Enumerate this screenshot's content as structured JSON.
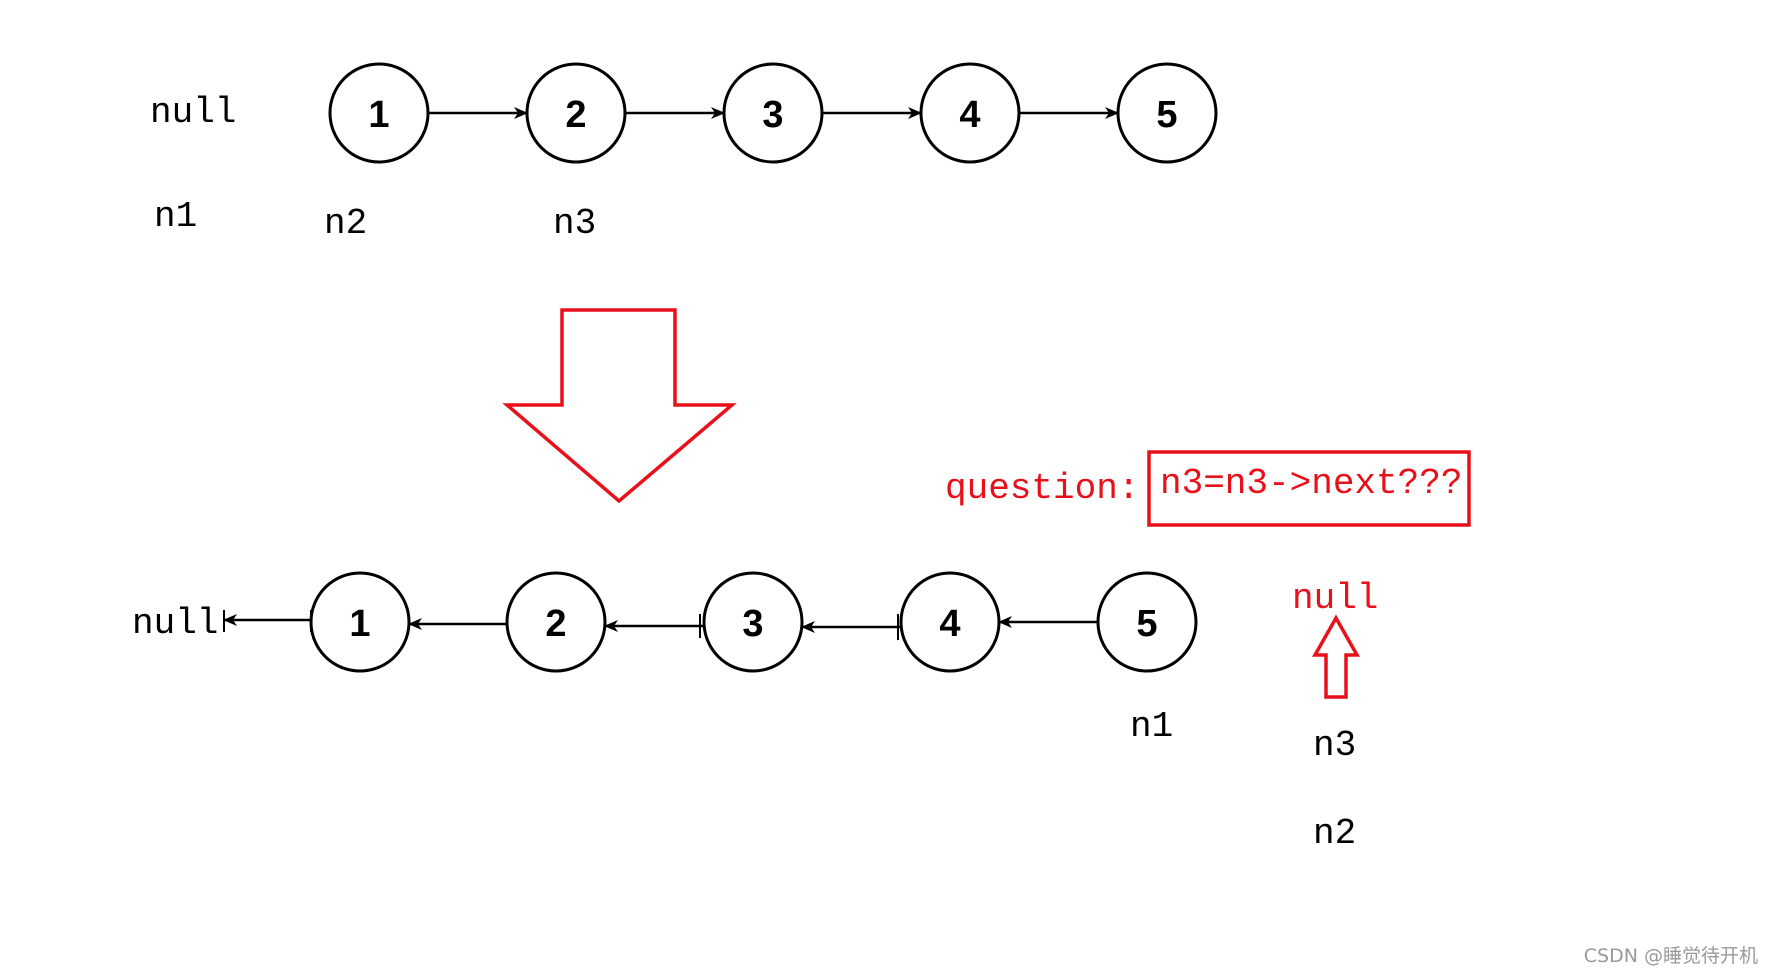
{
  "top_list": {
    "nodes": [
      "1",
      "2",
      "3",
      "4",
      "5"
    ],
    "null_label": "null",
    "pointers": [
      "n1",
      "n2",
      "n3"
    ]
  },
  "bottom_list": {
    "nodes": [
      "1",
      "2",
      "3",
      "4",
      "5"
    ],
    "null_label": "null",
    "pointer_n1": "n1"
  },
  "question": {
    "label": "question:",
    "code": "n3=n3->next???",
    "null_label": "null",
    "pointer_n3": "n3",
    "pointer_n2": "n2"
  },
  "watermark": "CSDN @睡觉待开机",
  "colors": {
    "stroke": "#000000",
    "accent": "#e8101a",
    "watermark": "#999999"
  }
}
